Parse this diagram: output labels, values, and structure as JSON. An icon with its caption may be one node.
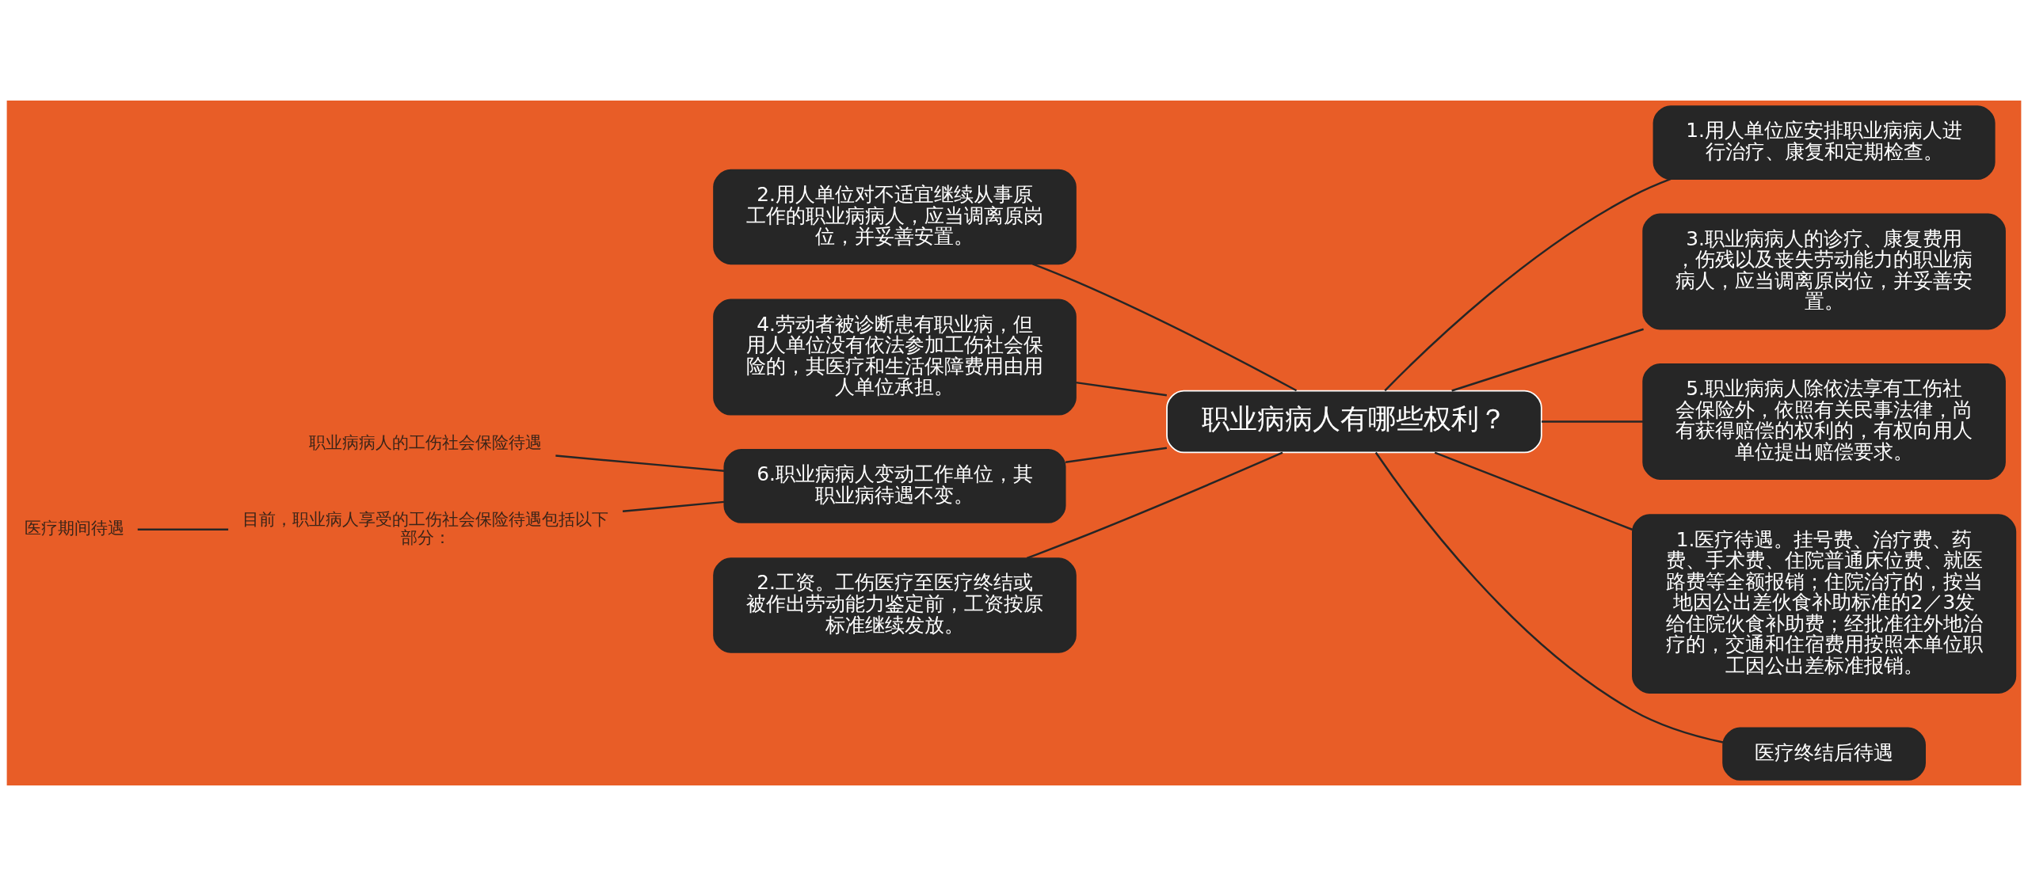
{
  "diagram": {
    "nodes": [
      {
        "text": [
          "职业病病人有哪些权利？"
        ]
      },
      {
        "text": [
          "1.用人单位应安排职业病病人进行治疗、康复和定期检查。"
        ]
      },
      {
        "text": [
          "2.用人单位对不适宜继续从事原工作的职业病病人，应当调离原岗位，并妥善安置。"
        ]
      },
      {
        "text": [
          "3.职业病病人的诊疗、康复费用，伤残以及丧失劳动能力的职业病病人，应当调离原岗位，并妥善安置。"
        ]
      },
      {
        "text": [
          "4.劳动者被诊断患有职业病，但用人单位没有依法参加工伤社会保险的，其医疗和生活保障费用由用人单位承担。"
        ]
      },
      {
        "text": [
          "5.职业病病人除依法享有工伤社会保险外，依照有关民事法律，尚有获得赔偿的权利的，有权向用人单位提出赔偿要求。"
        ]
      },
      {
        "text": [
          "6.职业病病人变动工作单位，其职业病待遇不变。"
        ]
      },
      {
        "text": [
          "职业病病人的工伤社会保险待遇"
        ]
      },
      {
        "text": [
          "目前，职业病人享受的工伤社会保险待遇包括以下部分："
        ]
      },
      {
        "text": [
          "医疗期间待遇"
        ]
      },
      {
        "text": [
          "1.医疗待遇。挂号费、治疗费、药费、手术费、住院普通床位费、就医路费等全额报销；住院治疗的，按当地因公出差伙食补助标准的2／3发给住院伙食补助费；经批准往外地治疗的，交通和住宿费用按照本单位职工因公出差标准报销。"
        ]
      },
      {
        "text": [
          "2.工资。工伤医疗至医疗终结或被作出劳动能力鉴定前，工资按原标准继续发放。"
        ]
      },
      {
        "text": [
          "医疗终结后待遇"
        ]
      }
    ],
    "edges": [
      {
        "from": 0,
        "to": 1,
        "arrow": "none"
      },
      {
        "from": 2,
        "to": 0,
        "arrow": "none"
      },
      {
        "from": 0,
        "to": 3,
        "arrow": "none"
      },
      {
        "from": 4,
        "to": 0,
        "arrow": "none"
      },
      {
        "from": 0,
        "to": 5,
        "arrow": "none"
      },
      {
        "from": 6,
        "to": 0,
        "arrow": "none"
      },
      {
        "from": 7,
        "to": 6,
        "arrow": "none"
      },
      {
        "from": 8,
        "to": 6,
        "arrow": "none"
      },
      {
        "from": 9,
        "to": 8,
        "arrow": "none"
      },
      {
        "from": 0,
        "to": 10,
        "arrow": "none"
      },
      {
        "from": 11,
        "to": 0,
        "arrow": "none"
      },
      {
        "from": 0,
        "to": 12,
        "arrow": "none"
      }
    ]
  }
}
